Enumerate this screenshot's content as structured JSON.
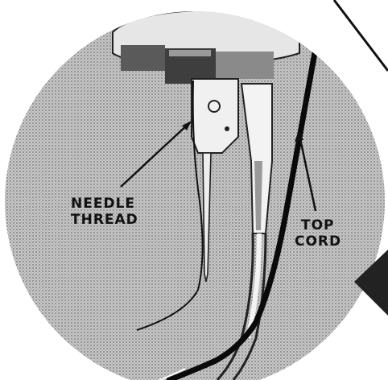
{
  "labels": {
    "needle_thread": {
      "line1": "NEEDLE",
      "line2": "THREAD"
    },
    "top_cord": {
      "line1": "TOP",
      "line2": "CORD"
    }
  },
  "colors": {
    "ink": "#111111",
    "halftone_gray": "#b9b9b9",
    "paper": "#ffffff"
  }
}
